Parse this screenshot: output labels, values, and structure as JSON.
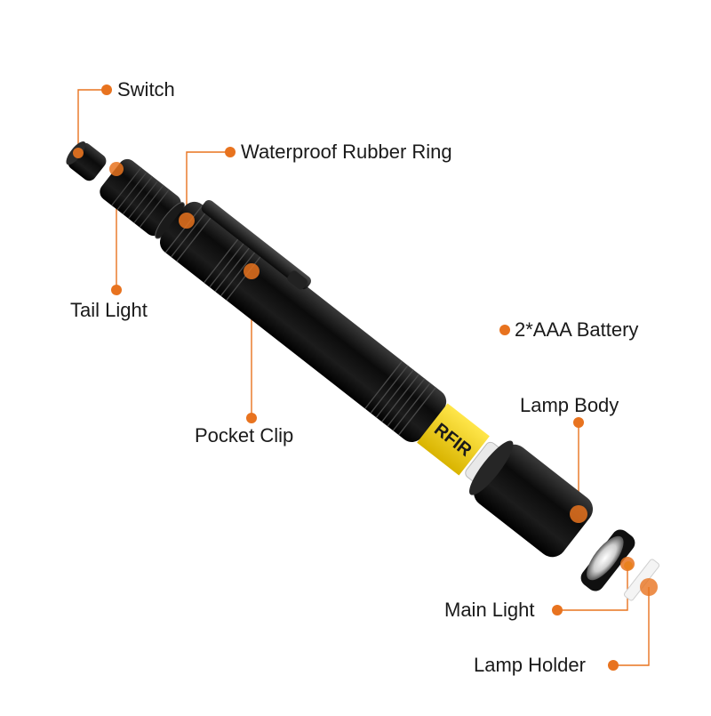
{
  "colors": {
    "accent": "#e8731f",
    "body": "#111111",
    "battery": "#f2d21b"
  },
  "labels": {
    "switch": "Switch",
    "rubber_ring": "Waterproof Rubber Ring",
    "tail_light": "Tail Light",
    "battery": "2*AAA Battery",
    "pocket_clip": "Pocket Clip",
    "lamp_body": "Lamp Body",
    "main_light": "Main Light",
    "lamp_holder": "Lamp Holder"
  },
  "battery_print": "RFIR"
}
